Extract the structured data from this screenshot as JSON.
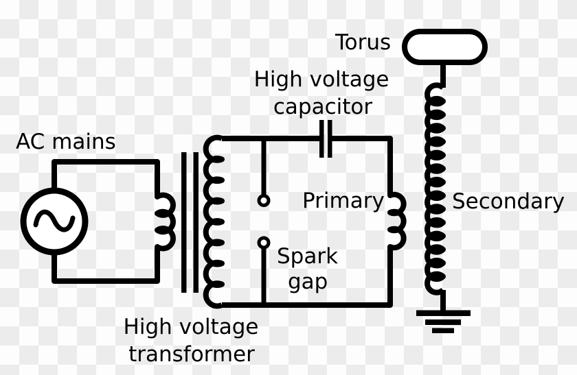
{
  "colors": {
    "line": "#000000",
    "shape_fill": "#ffffff",
    "checker_light": "#fdfdfd",
    "checker_dark": "#ececec"
  },
  "diagram": {
    "labels": {
      "ac_mains": "AC mains",
      "high_voltage_transformer": {
        "line1": "High voltage",
        "line2": "transformer"
      },
      "high_voltage_capacitor": {
        "line1": "High voltage",
        "line2": "capacitor"
      },
      "spark_gap": {
        "line1": "Spark",
        "line2": "gap"
      },
      "primary": "Primary",
      "secondary": "Secondary",
      "torus": "Torus"
    },
    "icons": {
      "ac_source": "sine-wave-icon",
      "ground": "earth-ground-icon",
      "transformer_core": "core-bars-icon",
      "capacitor": "parallel-plates-icon"
    }
  }
}
